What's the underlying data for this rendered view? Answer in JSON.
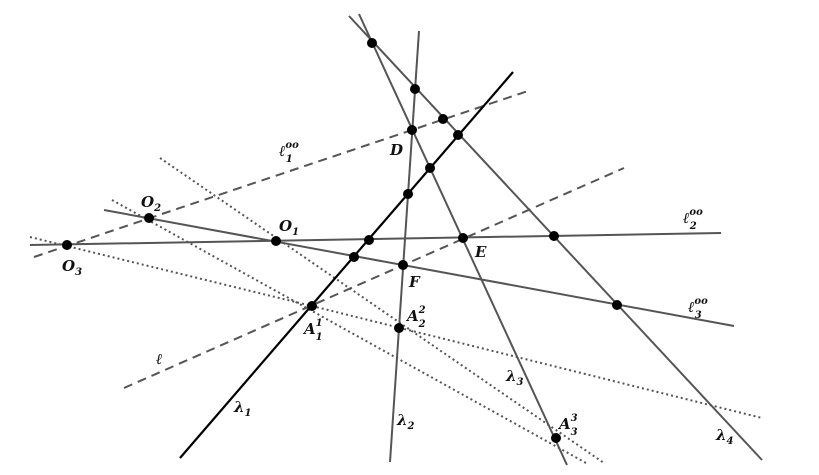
{
  "labels": {
    "l1oo_main": "ℓ",
    "l1oo_sup": "oo",
    "l1oo_sub": "1",
    "l2oo_main": "ℓ",
    "l2oo_sup": "oo",
    "l2oo_sub": "2",
    "l3oo_main": "ℓ",
    "l3oo_sup": "oo",
    "l3oo_sub": "3",
    "l": "ℓ",
    "D": "D",
    "E": "E",
    "F": "F",
    "O1_main": "O",
    "O1_sub": "1",
    "O2_main": "O",
    "O2_sub": "2",
    "O3_main": "O",
    "O3_sub": "3",
    "A11_main": "A",
    "A11_sup": "1",
    "A11_sub": "1",
    "A22_main": "A",
    "A22_sup": "2",
    "A22_sub": "2",
    "A33_main": "A",
    "A33_sup": "3",
    "A33_sub": "3",
    "lambda1_main": "λ",
    "lambda1_sub": "1",
    "lambda2_main": "λ",
    "lambda2_sub": "2",
    "lambda3_main": "λ",
    "lambda3_sub": "3",
    "lambda4_main": "λ",
    "lambda4_sub": "4"
  }
}
